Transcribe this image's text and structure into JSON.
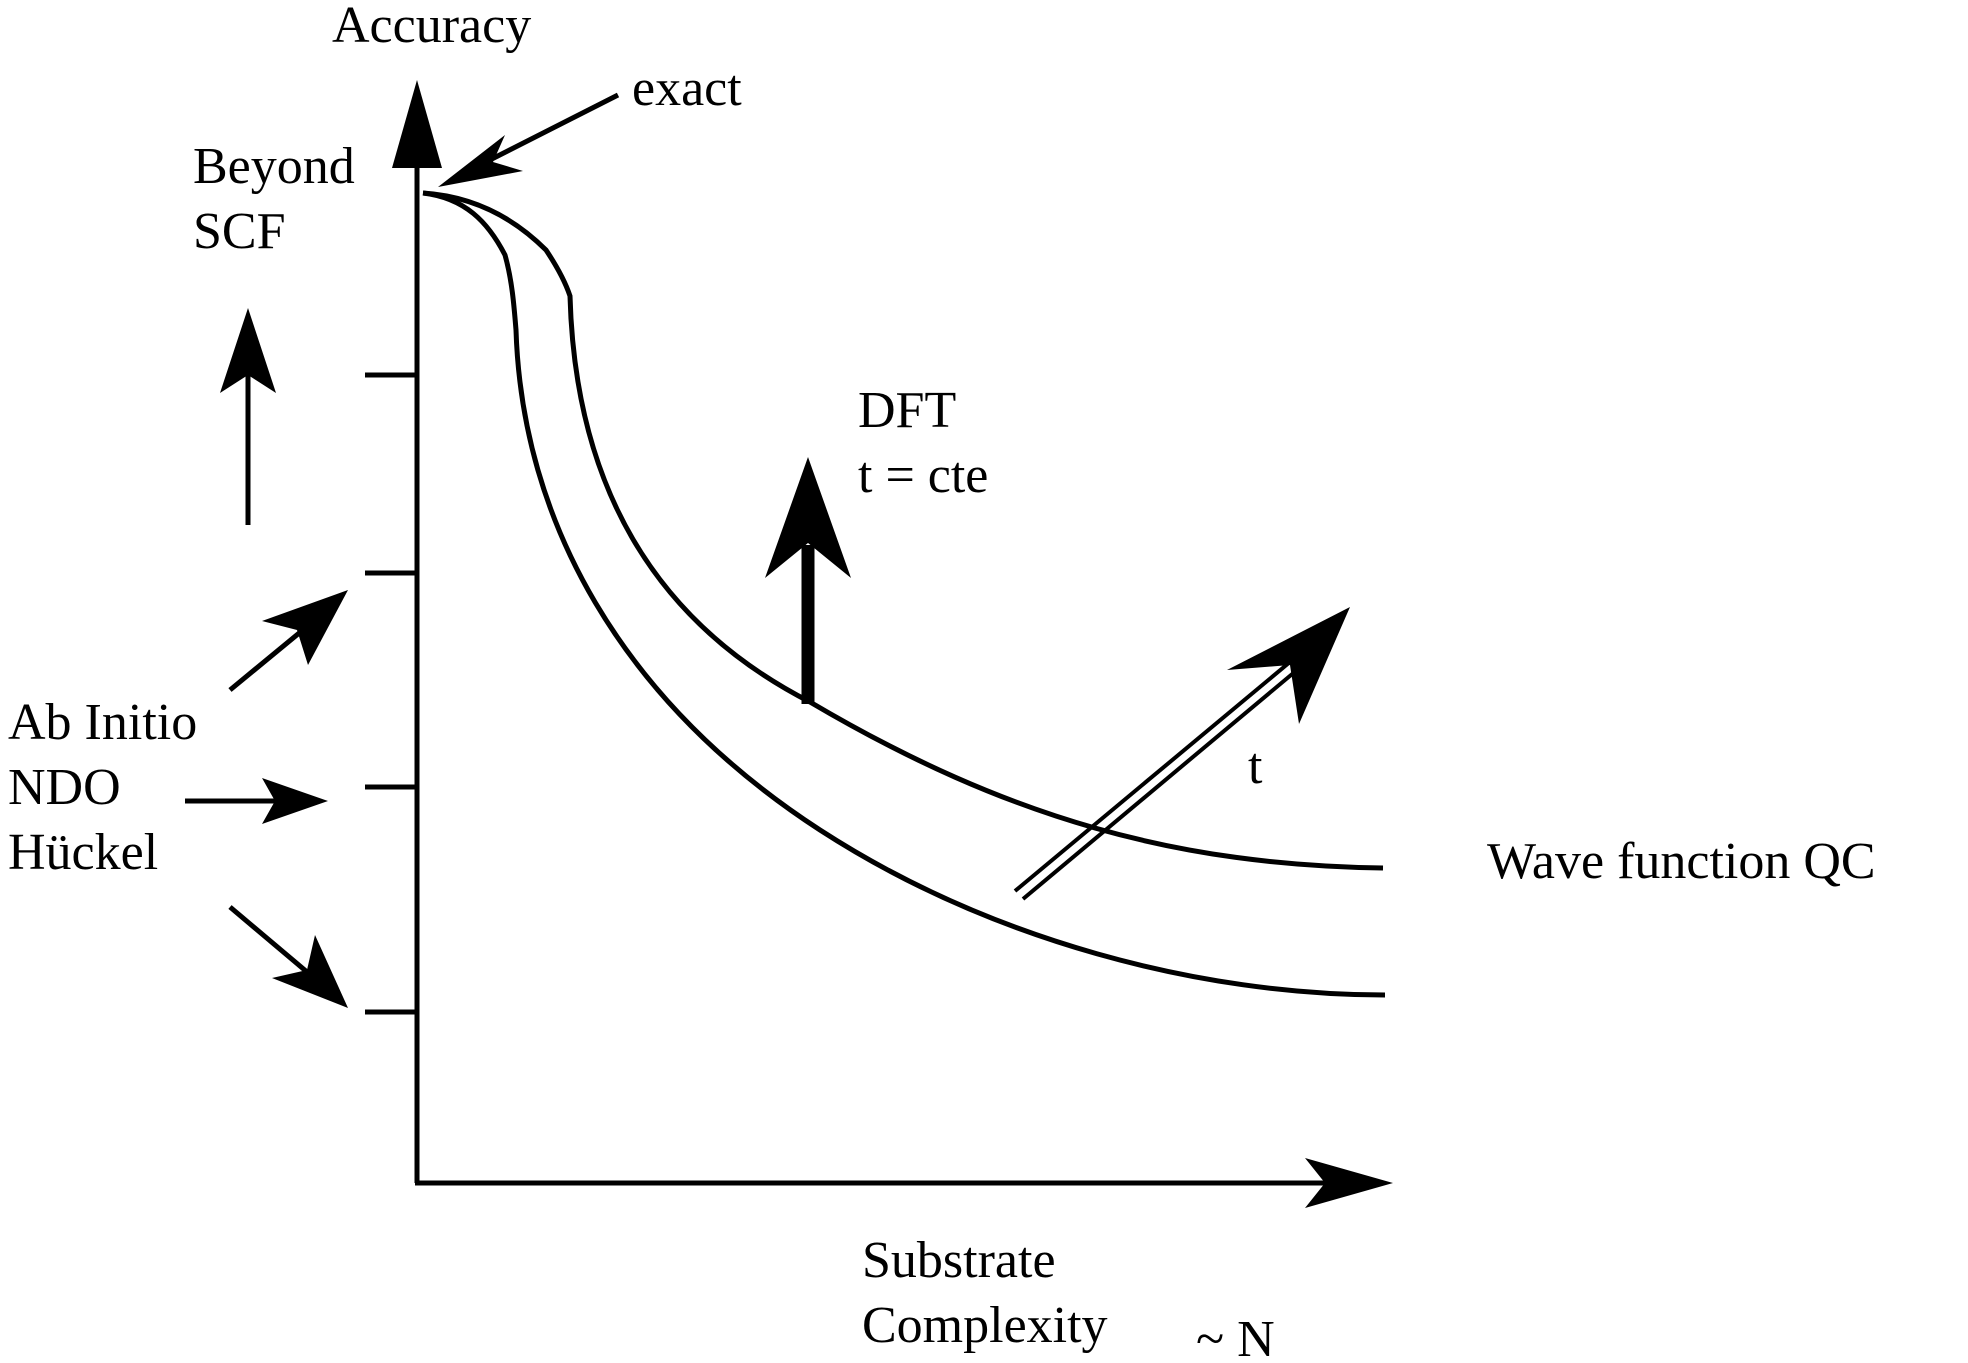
{
  "labels": {
    "y_axis": "Accuracy",
    "x_axis_line1": "Substrate",
    "x_axis_line2": "Complexity",
    "x_axis_scaling": "~ N",
    "exact": "exact",
    "beyond_scf_line1": "Beyond",
    "beyond_scf_line2": "SCF",
    "dft_line1": "DFT",
    "dft_line2": "t = cte",
    "t_arrow": "t",
    "wave_function": "Wave function QC",
    "ab_initio": "Ab Initio",
    "ndo": "NDO",
    "huckel": "Hückel"
  },
  "colors": {
    "ink": "#000000",
    "background": "#ffffff"
  }
}
